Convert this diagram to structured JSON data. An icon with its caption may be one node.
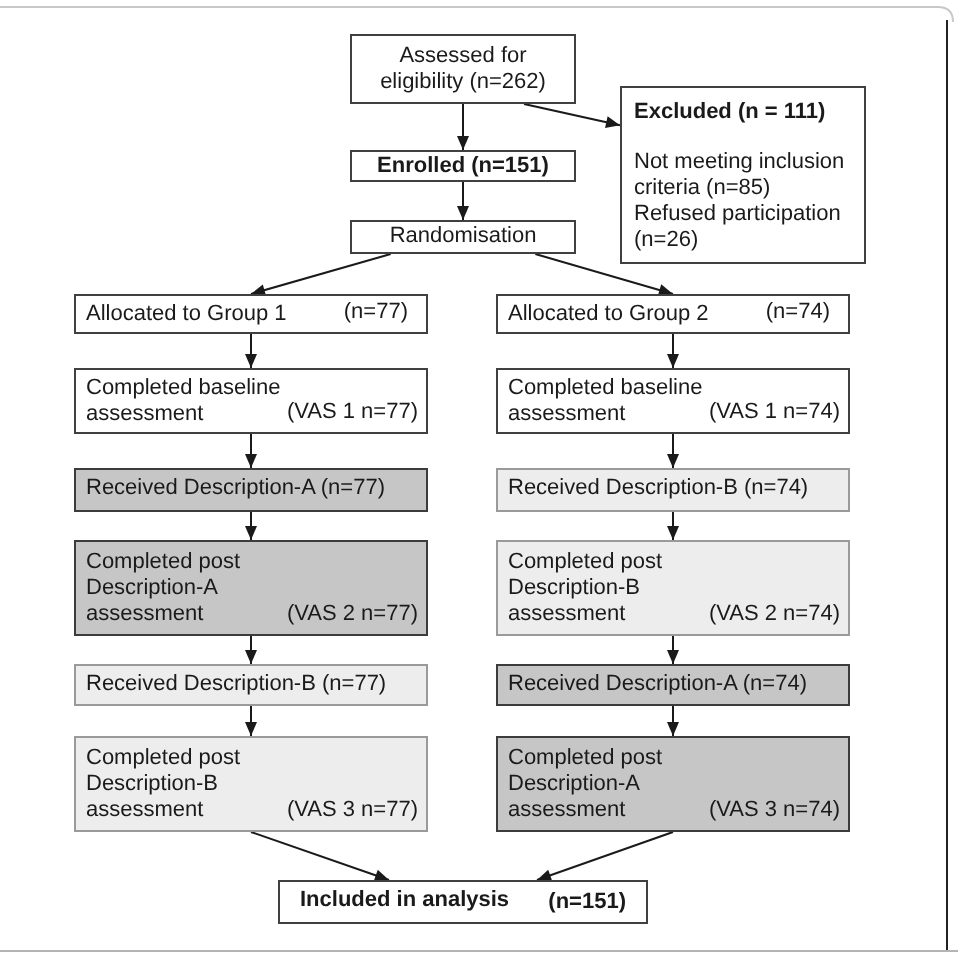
{
  "diagram": {
    "nodes": [
      {
        "text": [
          "Assessed for eligibility (n=262)"
        ]
      },
      {
        "text": [
          "Excluded (n = 111)",
          "Not meeting inclusion criteria (n=85)",
          "Refused participation (n=26)"
        ]
      },
      {
        "text": [
          "Enrolled (n=151)"
        ]
      },
      {
        "text": [
          "Randomisation"
        ]
      },
      {
        "text": [
          "Allocated to Group 1",
          "(n=77)"
        ]
      },
      {
        "text": [
          "Allocated to Group 2",
          "(n=74)"
        ]
      },
      {
        "text": [
          "Completed baseline assessment",
          "(VAS 1 n=77)"
        ]
      },
      {
        "text": [
          "Completed baseline assessment",
          "(VAS 1 n=74)"
        ]
      },
      {
        "text": [
          "Received Description-A (n=77)"
        ]
      },
      {
        "text": [
          "Received Description-B (n=74)"
        ]
      },
      {
        "text": [
          "Completed post Description-A assessment",
          "(VAS 2 n=77)"
        ]
      },
      {
        "text": [
          "Completed post Description-B assessment",
          "(VAS 2 n=74)"
        ]
      },
      {
        "text": [
          "Received Description-B (n=77)"
        ]
      },
      {
        "text": [
          "Received Description-A (n=74)"
        ]
      },
      {
        "text": [
          "Completed post Description-B assessment",
          "(VAS 3 n=77)"
        ]
      },
      {
        "text": [
          "Completed post Description-A assessment",
          "(VAS 3 n=74)"
        ]
      },
      {
        "text": [
          "Included in analysis",
          "(n=151)"
        ]
      }
    ],
    "edges": [
      {
        "from": 0,
        "to": 2,
        "arrow": "to"
      },
      {
        "from": 0,
        "to": 1,
        "arrow": "to"
      },
      {
        "from": 2,
        "to": 3,
        "arrow": "to"
      },
      {
        "from": 3,
        "to": 4,
        "arrow": "to"
      },
      {
        "from": 3,
        "to": 5,
        "arrow": "to"
      },
      {
        "from": 4,
        "to": 6,
        "arrow": "to"
      },
      {
        "from": 6,
        "to": 8,
        "arrow": "to"
      },
      {
        "from": 8,
        "to": 10,
        "arrow": "to"
      },
      {
        "from": 10,
        "to": 12,
        "arrow": "to"
      },
      {
        "from": 12,
        "to": 14,
        "arrow": "to"
      },
      {
        "from": 5,
        "to": 7,
        "arrow": "to"
      },
      {
        "from": 7,
        "to": 9,
        "arrow": "to"
      },
      {
        "from": 9,
        "to": 11,
        "arrow": "to"
      },
      {
        "from": 11,
        "to": 13,
        "arrow": "to"
      },
      {
        "from": 13,
        "to": 15,
        "arrow": "to"
      },
      {
        "from": 14,
        "to": 16,
        "arrow": "to"
      },
      {
        "from": 15,
        "to": 16,
        "arrow": "to"
      }
    ]
  }
}
